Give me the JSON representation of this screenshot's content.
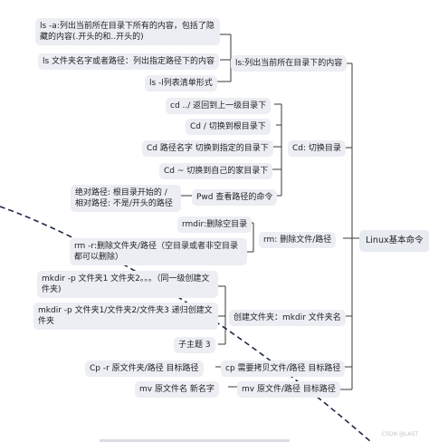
{
  "root": "Linux基本命令",
  "ls": {
    "label": "ls:列出当前所在目录下的内容",
    "a": "ls -a:列出当前所在目录下所有的内容，包括了隐藏的内容(.开头的和..开头的)",
    "path": "ls 文件夹名字或者路径：列出指定路径下的内容",
    "l": "ls -l列表清单形式"
  },
  "cd": {
    "label": "Cd: 切换目录",
    "up": "cd ../  返回到上一级目录下",
    "root": "Cd /  切换到根目录下",
    "name": "Cd 路径名字  切换到指定的目录下",
    "home": "Cd ~  切换到自己的家目录下",
    "pwd": "Pwd 查看路径的命令",
    "abs": "绝对路径: 根目录开始的    /\n相对路径: 不是/开头的路径"
  },
  "rm": {
    "label": "rm:  删除文件/路径",
    "rmdir": "rmdir:删除空目录",
    "r": "rm -r:删除文件夹/路径（空目录或者非空目录都可以删除）"
  },
  "mkdir": {
    "label": "创建文件夹：mkdir 文件夹名",
    "p1": "mkdir -p 文件夹1 文件夹2。。。（同一级创建文件夹)",
    "p2": "mkdir -p 文件夹1/文件夹2/文件夹3  递归创建文件夹",
    "sub": "子主题 3"
  },
  "cp": {
    "label": "cp 需要拷贝文件/路径  目标路径",
    "r": "Cp -r 原文件夹/路径  目标路径"
  },
  "mv": {
    "label": "mv 原文件/路径  目标路径",
    "rename": "mv  原文件名   新名字"
  },
  "watermark": "CSDN @LAST",
  "colors": {
    "line": "#3a3a3a",
    "node": "#eceef4",
    "dash": "#1f2a44"
  }
}
